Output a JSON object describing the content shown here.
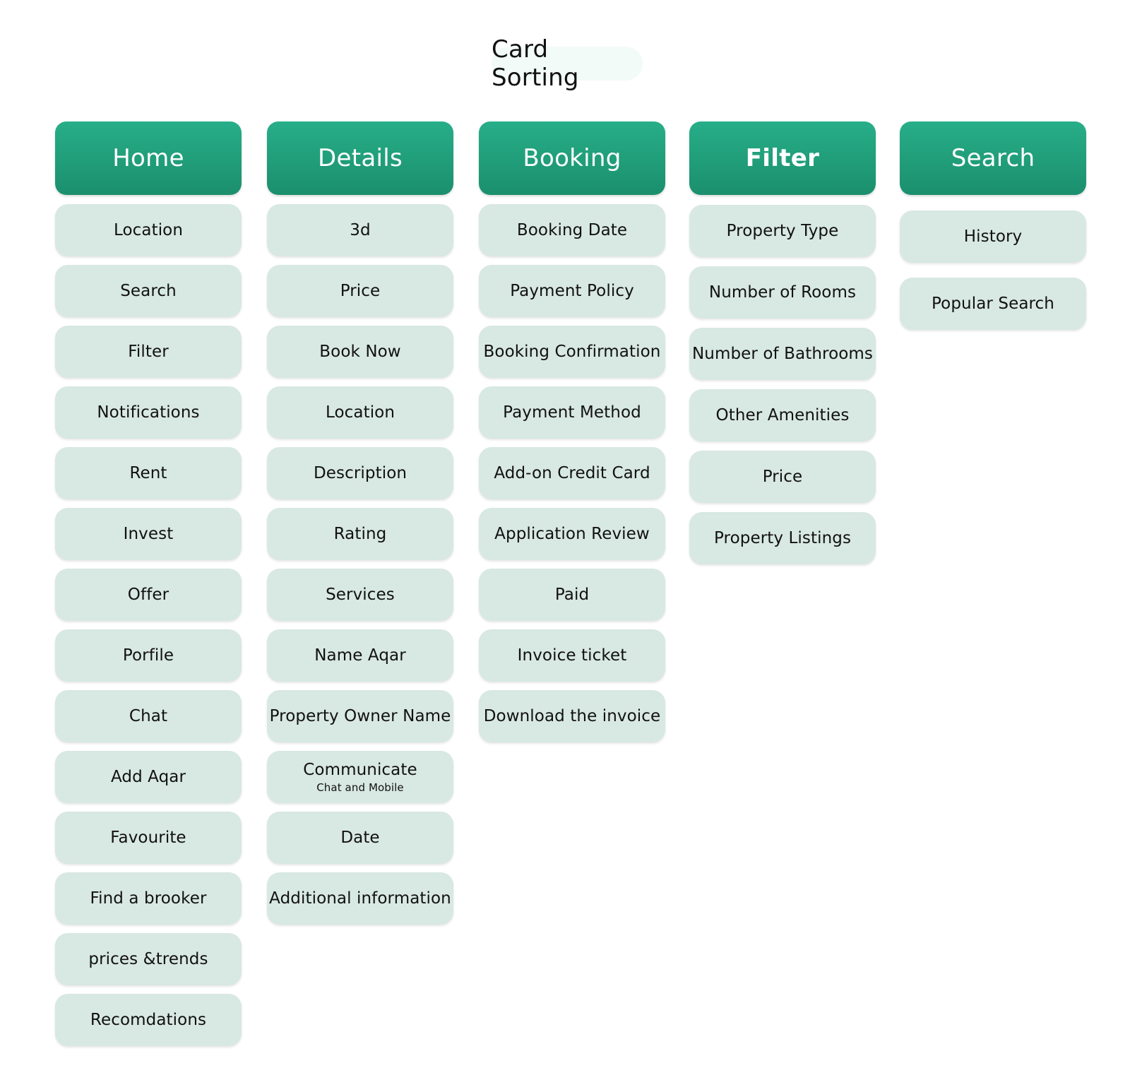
{
  "title": "Card Sorting",
  "colors": {
    "header_top": "#27ae88",
    "header_bottom": "#1b8f6d",
    "card_bg": "#d8e8e2",
    "title_bg": "#f2fbf7"
  },
  "columns": [
    {
      "header": "Home",
      "cards": [
        {
          "label": "Location"
        },
        {
          "label": "Search"
        },
        {
          "label": "Filter"
        },
        {
          "label": "Notifications"
        },
        {
          "label": "Rent"
        },
        {
          "label": "Invest"
        },
        {
          "label": "Offer"
        },
        {
          "label": "Porfile"
        },
        {
          "label": "Chat"
        },
        {
          "label": "Add Aqar"
        },
        {
          "label": "Favourite"
        },
        {
          "label": "Find a brooker"
        },
        {
          "label": "prices &trends"
        },
        {
          "label": "Recomdations"
        }
      ]
    },
    {
      "header": "Details",
      "cards": [
        {
          "label": "3d"
        },
        {
          "label": "Price"
        },
        {
          "label": "Book Now"
        },
        {
          "label": "Location"
        },
        {
          "label": "Description"
        },
        {
          "label": "Rating"
        },
        {
          "label": "Services"
        },
        {
          "label": "Name Aqar"
        },
        {
          "label": "Property Owner Name"
        },
        {
          "label": "Communicate",
          "sub": "Chat and Mobile"
        },
        {
          "label": "Date"
        },
        {
          "label": "Additional information"
        }
      ]
    },
    {
      "header": "Booking",
      "cards": [
        {
          "label": "Booking Date"
        },
        {
          "label": "Payment Policy"
        },
        {
          "label": "Booking Confirmation"
        },
        {
          "label": "Payment Method"
        },
        {
          "label": "Add-on Credit Card"
        },
        {
          "label": "Application Review"
        },
        {
          "label": "Paid"
        },
        {
          "label": "Invoice ticket"
        },
        {
          "label": "Download the invoice"
        }
      ]
    },
    {
      "header": "Filter",
      "cards": [
        {
          "label": "Property Type"
        },
        {
          "label": "Number of Rooms"
        },
        {
          "label": "Number of Bathrooms"
        },
        {
          "label": "Other Amenities"
        },
        {
          "label": "Price"
        },
        {
          "label": "Property Listings"
        }
      ]
    },
    {
      "header": "Search",
      "cards": [
        {
          "label": "History"
        },
        {
          "label": "Popular Search"
        }
      ]
    }
  ]
}
